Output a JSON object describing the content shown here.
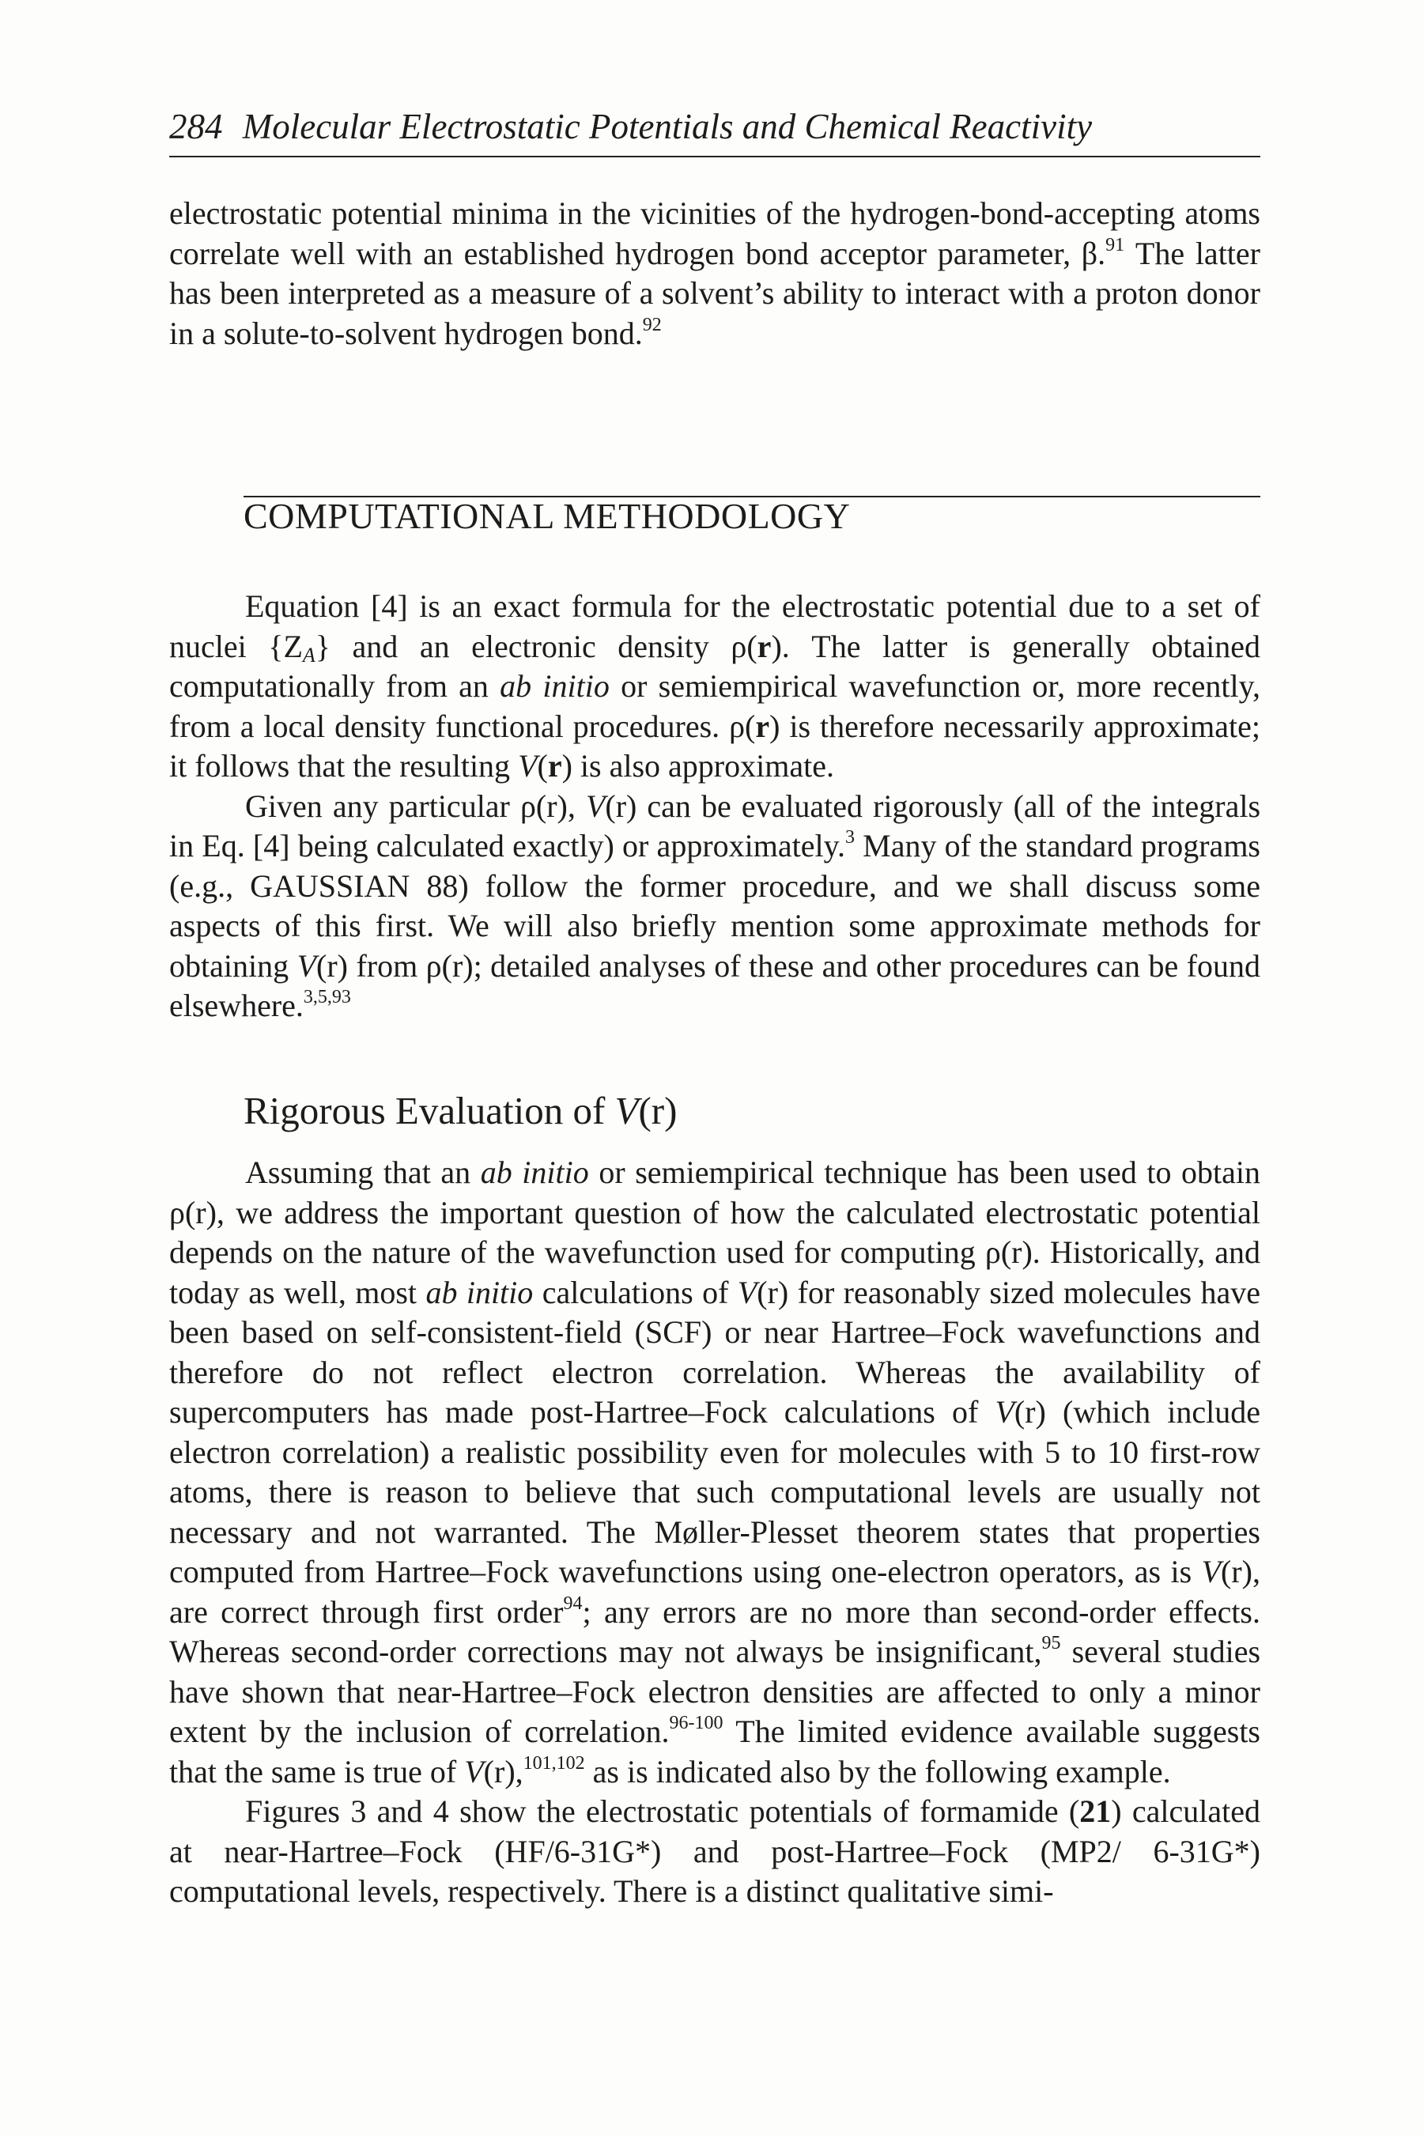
{
  "header": {
    "page_number": "284",
    "running_title": "Molecular Electrostatic Potentials and Chemical Reactivity"
  },
  "intro": {
    "p1_a": "electrostatic potential minima in the vicinities of the hydrogen-bond-accepting atoms correlate well with an established hydrogen bond acceptor parameter, β.",
    "p1_ref_a": "91",
    "p1_b": " The latter has been interpreted as a measure of a solvent’s ability to interact with a proton donor in a solute-to-solvent hydrogen bond.",
    "p1_ref_b": "92"
  },
  "section": {
    "heading": "COMPUTATIONAL METHODOLOGY",
    "p1_a": "Equation [4] is an exact formula for the electrostatic potential due to a set of nuclei {Z",
    "p1_sub": "A",
    "p1_b": "} and an electronic density ρ(",
    "p1_r1": "r",
    "p1_c": "). The latter is generally obtained computationally from an ",
    "p1_abinitio": "ab initio",
    "p1_d": " or semiempirical wavefunction or, more recently, from a local density functional procedures. ρ(",
    "p1_r2": "r",
    "p1_e": ") is therefore necessarily approximate; it follows that the resulting ",
    "p1_V": "V",
    "p1_f": "(",
    "p1_r3": "r",
    "p1_g": ") is also approximate.",
    "p2_a": "Given any particular ρ(r), ",
    "p2_V1": "V",
    "p2_b": "(r) can be evaluated rigorously (all of the integrals in Eq. [4] being calculated exactly) or approximately.",
    "p2_ref1": "3",
    "p2_c": " Many of the standard programs (e.g., GAUSSIAN 88) follow the former procedure, and we shall discuss some aspects of this first. We will also briefly mention some approximate methods for obtaining ",
    "p2_V2": "V",
    "p2_d": "(r) from ρ(r); detailed analyses of these and other procedures can be found elsewhere.",
    "p2_ref2": "3,5,93"
  },
  "subsection": {
    "heading_a": "Rigorous Evaluation of ",
    "heading_V": "V",
    "heading_b": "(r)",
    "p1_a": "Assuming that an ",
    "p1_ab1": "ab initio",
    "p1_b": " or semiempirical technique has been used to obtain ρ(r), we address the important question of how the calculated electrostatic potential depends on the nature of the wavefunction used for computing ρ(r). Historically, and today as well, most ",
    "p1_ab2": "ab initio",
    "p1_c": " calculations of ",
    "p1_V1": "V",
    "p1_d": "(r) for reasonably sized molecules have been based on self-consistent-field (SCF) or near Hartree–Fock wavefunctions and therefore do not reflect electron correlation. Whereas the availability of supercomputers has made post-Hartree–Fock calculations of ",
    "p1_V2": "V",
    "p1_e": "(r) (which include electron correlation) a realistic possibility even for molecules with 5 to 10 first-row atoms, there is reason to believe that such computational levels are usually not necessary and not warranted. The Møller-Plesset theorem states that properties computed from Hartree–Fock wavefunctions using one-electron operators, as is ",
    "p1_V3": "V",
    "p1_f": "(r), are correct through first order",
    "p1_ref1": "94",
    "p1_g": "; any errors are no more than second-order effects. Whereas second-order corrections may not always be insignificant,",
    "p1_ref2": "95",
    "p1_h": " several studies have shown that near-Hartree–Fock electron densities are affected to only a minor extent by the inclusion of correlation.",
    "p1_ref3": "96-100",
    "p1_i": " The limited evidence available suggests that the same is true of ",
    "p1_V4": "V",
    "p1_j": "(r),",
    "p1_ref4": "101,102",
    "p1_k": " as is indicated also by the following example.",
    "p2_a": "Figures 3 and 4 show the electrostatic potentials of formamide (",
    "p2_bold": "21",
    "p2_b": ") calculated at near-Hartree–Fock (HF/6-31G*) and post-Hartree–Fock (MP2/ 6-31G*) computational levels, respectively. There is a distinct qualitative simi-"
  }
}
